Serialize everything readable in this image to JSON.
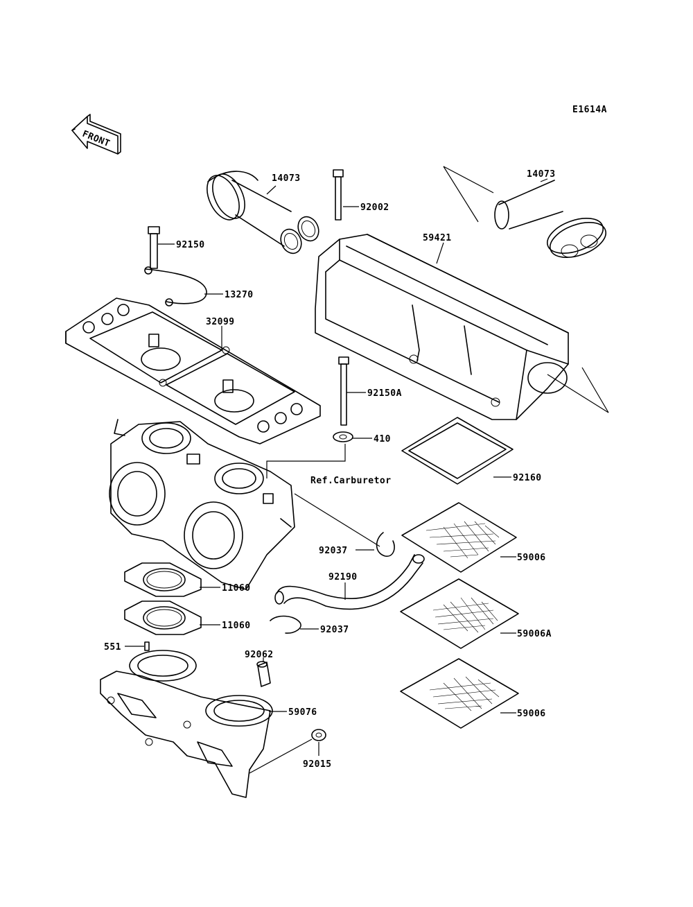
{
  "diagram_code": "E1614A",
  "front_arrow_label": "FRONT",
  "ref_label": "Ref.Carburetor",
  "callouts": {
    "p14073_left": "14073",
    "p14073_right": "14073",
    "p92002": "92002",
    "p59421": "59421",
    "p92150": "92150",
    "p13270": "13270",
    "p32099": "32099",
    "p92150A": "92150A",
    "p410": "410",
    "p92160": "92160",
    "p92037_upper": "92037",
    "p59006_upper": "59006",
    "p92190": "92190",
    "p11060_upper": "11060",
    "p11060_lower": "11060",
    "p92037_lower": "92037",
    "p59006A": "59006A",
    "p551": "551",
    "p92062": "92062",
    "p59076": "59076",
    "p59006_lower": "59006",
    "p92015": "92015"
  }
}
